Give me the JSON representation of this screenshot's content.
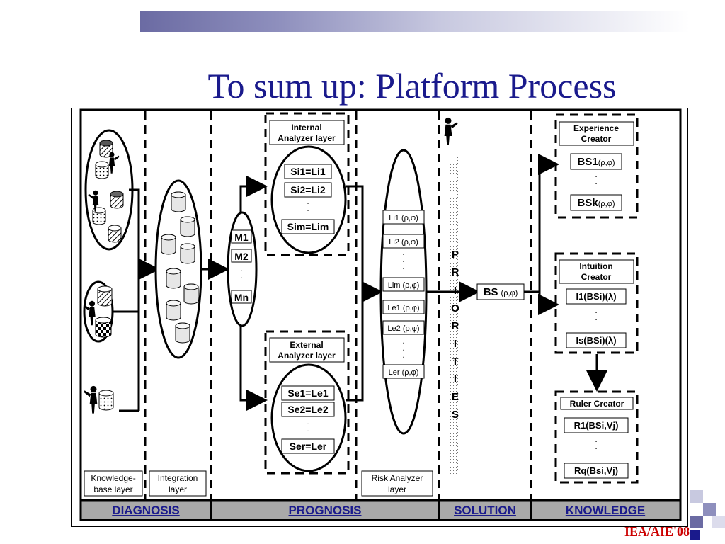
{
  "title": "To sum up: Platform Process",
  "footer": "IEA/AIE'08",
  "layers": {
    "knowledge_base": [
      "Knowledge-",
      "base layer"
    ],
    "integration": [
      "Integration",
      "layer"
    ],
    "risk_analyzer": [
      "Risk Analyzer",
      "layer"
    ]
  },
  "internal_analyzer": {
    "title": [
      "Internal",
      "Analyzer layer"
    ],
    "items": [
      "Si1=Li1",
      "Si2=Li2",
      "Sim=Lim"
    ]
  },
  "external_analyzer": {
    "title": [
      "External",
      "Analyzer layer"
    ],
    "items": [
      "Se1=Le1",
      "Se2=Le2",
      "Ser=Ler"
    ]
  },
  "m_items": [
    "M1",
    "M2",
    "Mn"
  ],
  "risk_items": [
    "Li1 (ρ,φ)",
    "Li2 (ρ,φ)",
    "Lim (ρ,φ)",
    "Le1 (ρ,φ)",
    "Le2 (ρ,φ)",
    "Ler (ρ,φ)"
  ],
  "priorities_letters": [
    "P",
    "R",
    "I",
    "O",
    "R",
    "I",
    "T",
    "I",
    "E",
    "S"
  ],
  "bs_main": {
    "label": "BS",
    "params": "(ρ,φ)"
  },
  "experience_creator": {
    "title": [
      "Experience",
      "Creator"
    ],
    "items": [
      {
        "label": "BS1",
        "params": "(ρ,φ)"
      },
      {
        "label": "BSk",
        "params": "(ρ,φ)"
      }
    ]
  },
  "intuition_creator": {
    "title": [
      "Intuition",
      "Creator"
    ],
    "items": [
      "I1(BSi)(λ)",
      "Is(BSi)(λ)"
    ]
  },
  "ruler_creator": {
    "title": "Ruler Creator",
    "items": [
      "R1(BSi,Vj)",
      "Rq(Bsi,Vj)"
    ]
  },
  "phases": [
    "DIAGNOSIS",
    "PROGNOSIS",
    "SOLUTION",
    "KNOWLEDGE"
  ],
  "colors": {
    "title": "#1a1a8c",
    "phase_text": "#1a1a8c",
    "phase_bar": "#a9a9a9",
    "footer": "#cc0000"
  }
}
